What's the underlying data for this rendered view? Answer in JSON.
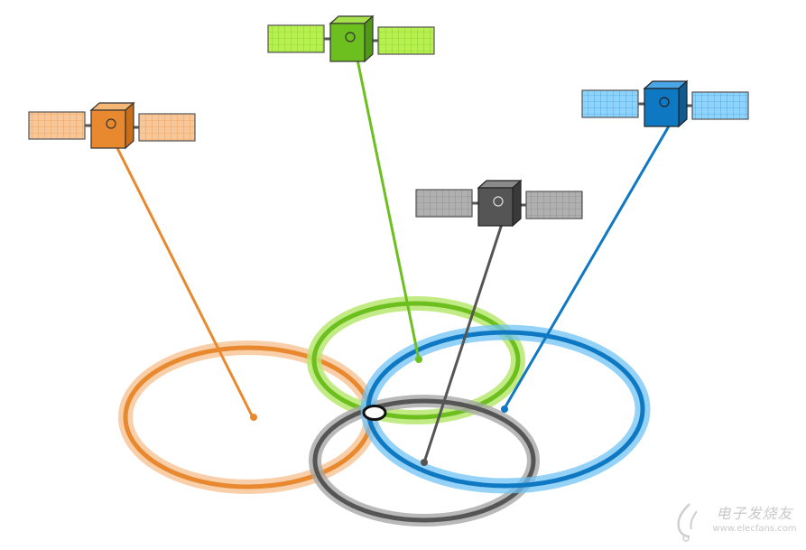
{
  "colors": {
    "orange": "#e8892f",
    "orange_light": "#f7c79a",
    "green": "#6cbf1e",
    "green_light": "#b8e870",
    "gray": "#555555",
    "gray_light": "#a8a8a8",
    "blue": "#0f78c2",
    "blue_light": "#72c3f5",
    "fix_point": "#ffffff"
  },
  "satellites": [
    {
      "id": "orange",
      "icon": "satellite-icon"
    },
    {
      "id": "green",
      "icon": "satellite-icon"
    },
    {
      "id": "gray",
      "icon": "satellite-icon"
    },
    {
      "id": "blue",
      "icon": "satellite-icon"
    }
  ],
  "watermark": {
    "name": "电子发烧友",
    "url": "www.elecfans.com"
  }
}
